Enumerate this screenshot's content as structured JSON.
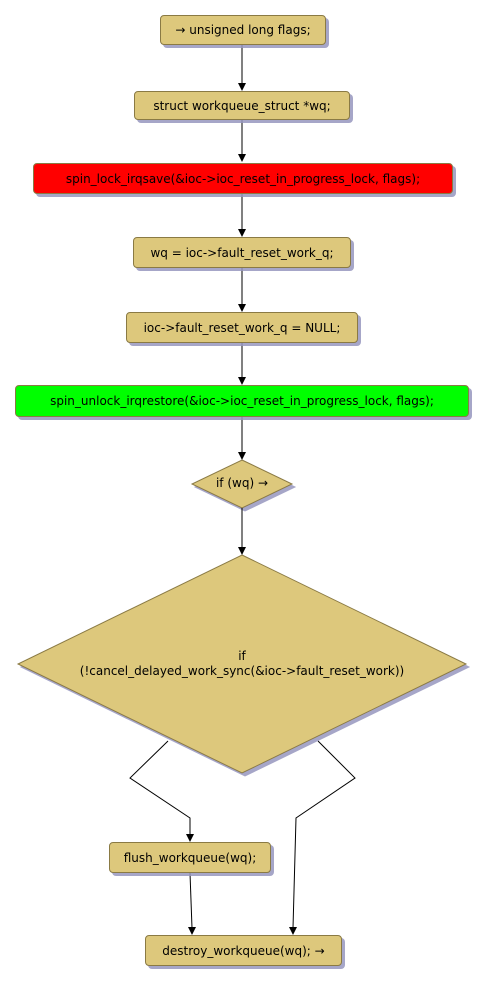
{
  "colors": {
    "node_fill": "#ddc87c",
    "lock_fill": "#ff0000",
    "unlock_fill": "#00ff00"
  },
  "nodes": {
    "n1": "→ unsigned long flags;",
    "n2": "struct workqueue_struct *wq;",
    "n3": "spin_lock_irqsave(&ioc->ioc_reset_in_progress_lock, flags);",
    "n4": "wq = ioc->fault_reset_work_q;",
    "n5": "ioc->fault_reset_work_q = NULL;",
    "n6": "spin_unlock_irqrestore(&ioc->ioc_reset_in_progress_lock, flags);",
    "d1": "if (wq) →",
    "d2_line1": "if",
    "d2_line2": "(!cancel_delayed_work_sync(&ioc->fault_reset_work))",
    "n7": "flush_workqueue(wq);",
    "n8": "destroy_workqueue(wq); →"
  }
}
